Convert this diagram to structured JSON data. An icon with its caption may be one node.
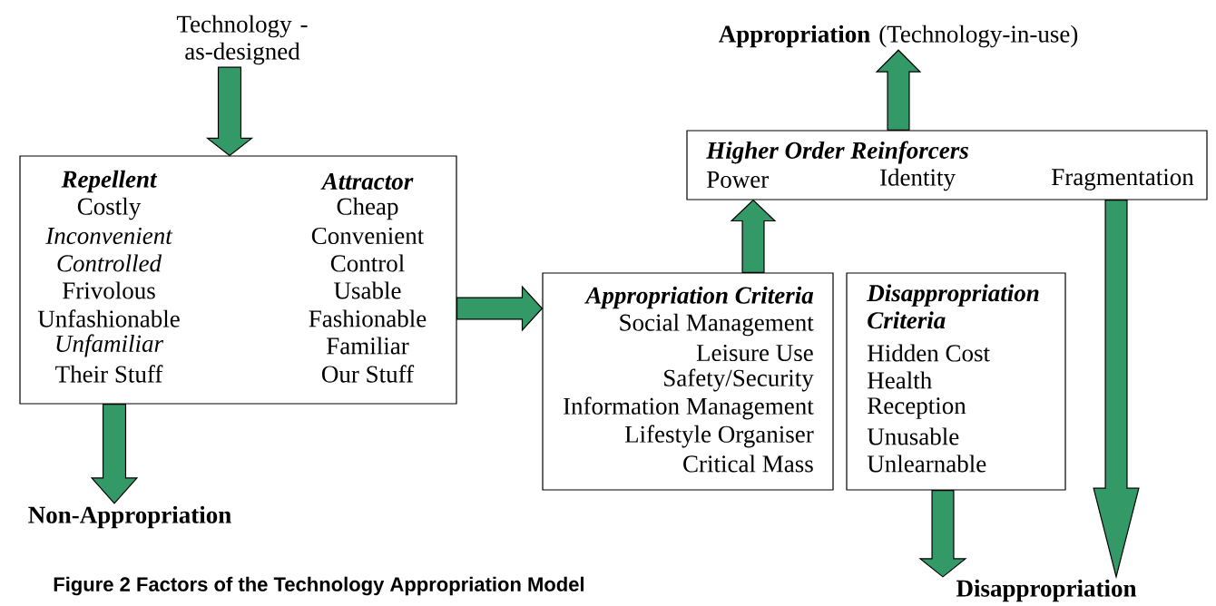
{
  "diagram": {
    "caption": "Figure 2 Factors of the Technology Appropriation Model",
    "nodes": [
      {
        "text": [
          "Technology -as-designed"
        ]
      },
      {
        "text": [
          "Repellent",
          "Costly",
          "Inconvenient",
          "Controlled",
          "Frivolous",
          "Unfashionable",
          "Unfamiliar",
          "Their Stuff",
          "Attractor",
          "Cheap",
          "Convenient",
          "Control",
          "Usable",
          "Fashionable",
          "Familiar",
          "Our Stuff"
        ]
      },
      {
        "text": [
          "Non-Appropriation"
        ]
      },
      {
        "text": [
          "Appropriation Criteria",
          "Social Management",
          "Leisure Use",
          "Safety/Security",
          "Information Management",
          "Lifestyle Organiser",
          "Critical Mass"
        ]
      },
      {
        "text": [
          "Disappropriation Criteria",
          "Hidden Cost",
          "Health",
          "Reception",
          "Unusable",
          "Unlearnable"
        ]
      },
      {
        "text": [
          "Higher Order Reinforcers",
          "Power",
          "Identity",
          "Fragmentation"
        ]
      },
      {
        "text": [
          "**Appropriation** (Technology-in-use)"
        ]
      },
      {
        "text": [
          "Disappropriation"
        ]
      }
    ],
    "edges": [
      {
        "from": 0,
        "to": 1,
        "arrow": "to"
      },
      {
        "from": 1,
        "to": 2,
        "arrow": "to"
      },
      {
        "from": 1,
        "to": 3,
        "arrow": "to"
      },
      {
        "from": 3,
        "to": 5,
        "arrow": "to"
      },
      {
        "from": 5,
        "to": 6,
        "arrow": "to"
      },
      {
        "from": 4,
        "to": 7,
        "arrow": "to"
      },
      {
        "from": 5,
        "to": 7,
        "arrow": "to"
      }
    ]
  }
}
